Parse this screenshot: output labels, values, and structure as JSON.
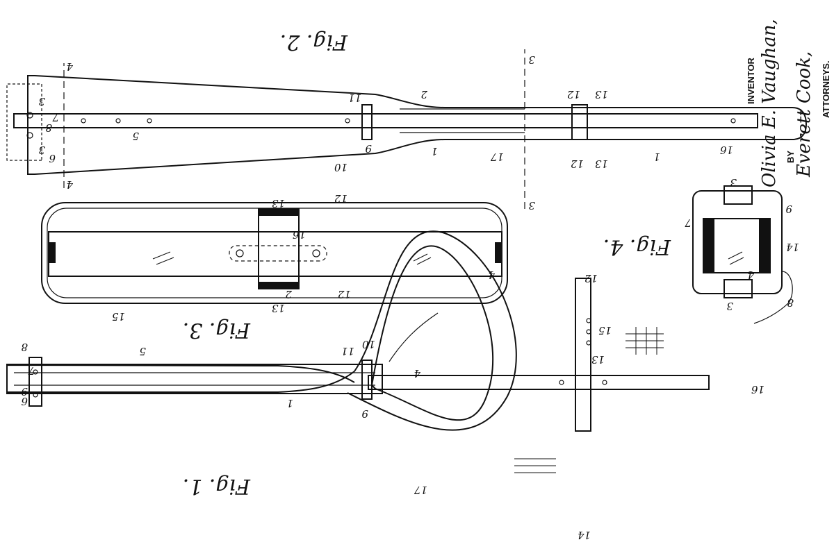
{
  "figures": {
    "fig1": "Fig. 1.",
    "fig2": "Fig. 2.",
    "fig3": "Fig. 3.",
    "fig4": "Fig. 4."
  },
  "section_markers": {
    "left_top": "4",
    "left_bottom": "4",
    "right_top": "3",
    "right_bottom": "3"
  },
  "reference_numerals": {
    "n1": "1",
    "n2": "2",
    "n3": "3",
    "n4": "4",
    "n5": "5",
    "n6": "6",
    "n7": "7",
    "n8": "8",
    "n9": "9",
    "n10": "10",
    "n11": "11",
    "n12": "12",
    "n13": "13",
    "n14": "14",
    "n15": "15",
    "n16": "16",
    "n17": "17"
  },
  "sidebar": {
    "inventor_label": "INVENTOR",
    "inventor_name": "Olivia E. Vaughan,",
    "by_label": "BY",
    "attorneys_signature": "Everett Cook,",
    "attorneys_label": "ATTORNEYS."
  }
}
